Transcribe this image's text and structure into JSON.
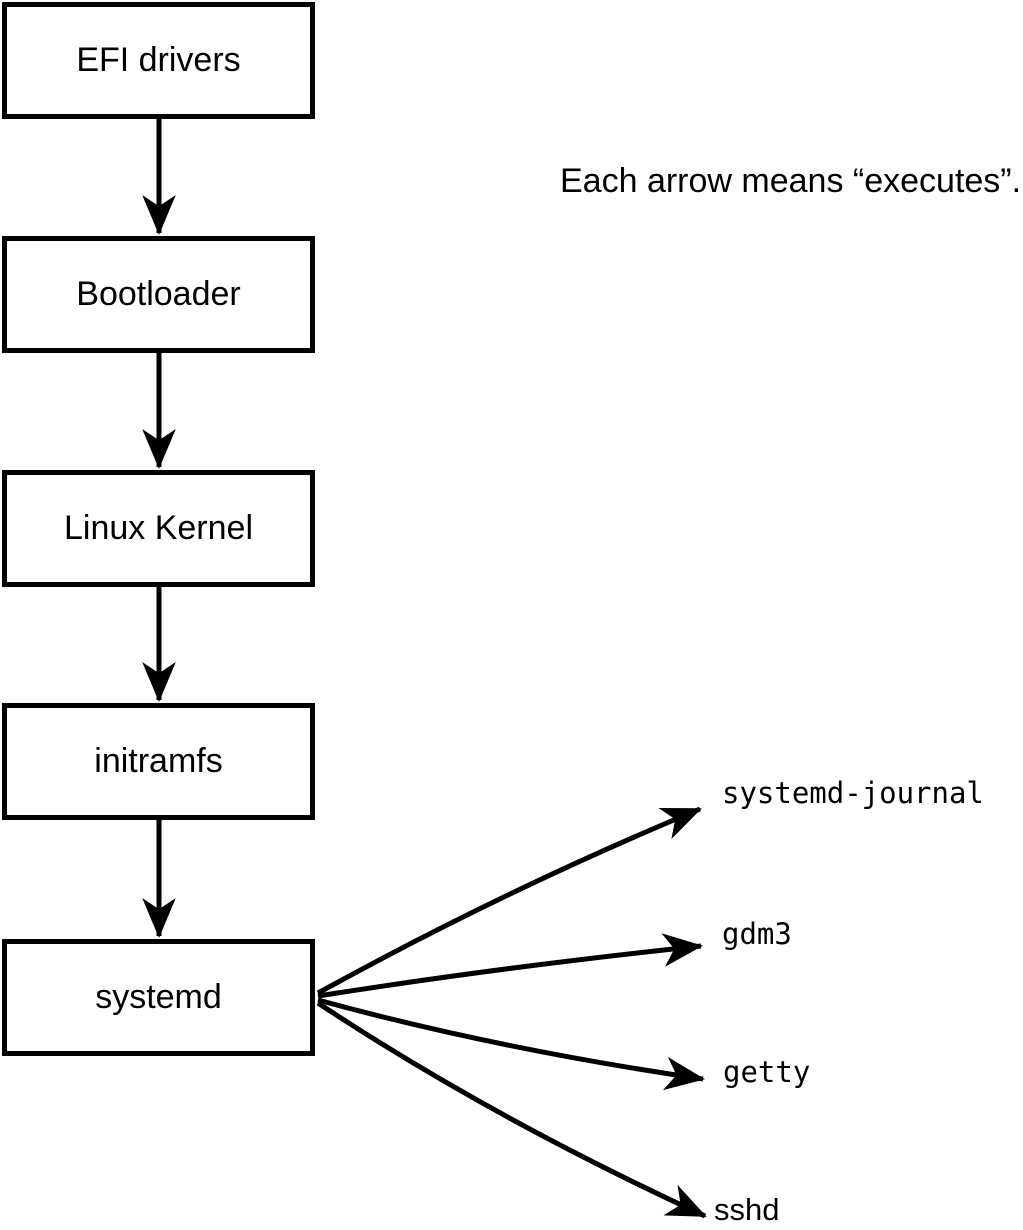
{
  "note": "Each arrow means “executes”.",
  "boot_chain": [
    {
      "label": "EFI drivers"
    },
    {
      "label": "Bootloader"
    },
    {
      "label": "Linux Kernel"
    },
    {
      "label": "initramfs"
    },
    {
      "label": "systemd"
    }
  ],
  "systemd_children": [
    {
      "label": "systemd-journal"
    },
    {
      "label": "gdm3"
    },
    {
      "label": "getty"
    },
    {
      "label": "sshd"
    }
  ],
  "colors": {
    "line": "#000000",
    "background": "#ffffff",
    "box_fill": "#ffffff"
  }
}
